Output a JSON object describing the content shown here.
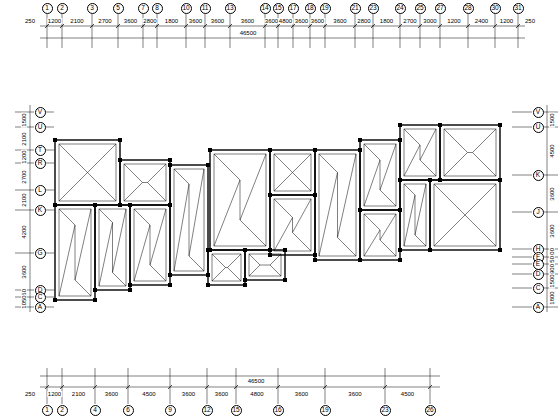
{
  "diagram": {
    "nodes": [
      {
        "text": [
          "1"
        ]
      },
      {
        "text": [
          "2"
        ]
      },
      {
        "text": [
          "3"
        ]
      },
      {
        "text": [
          "5"
        ]
      },
      {
        "text": [
          "7"
        ]
      },
      {
        "text": [
          "8"
        ]
      },
      {
        "text": [
          "10"
        ]
      },
      {
        "text": [
          "11"
        ]
      },
      {
        "text": [
          "13"
        ]
      },
      {
        "text": [
          "14"
        ]
      },
      {
        "text": [
          "15"
        ]
      },
      {
        "text": [
          "17"
        ]
      },
      {
        "text": [
          "18"
        ]
      },
      {
        "text": [
          "19"
        ]
      },
      {
        "text": [
          "21"
        ]
      },
      {
        "text": [
          "23"
        ]
      },
      {
        "text": [
          "24"
        ]
      },
      {
        "text": [
          "25"
        ]
      },
      {
        "text": [
          "27"
        ]
      },
      {
        "text": [
          "28"
        ]
      },
      {
        "text": [
          "30"
        ]
      },
      {
        "text": [
          "31"
        ]
      },
      {
        "text": [
          "V"
        ]
      },
      {
        "text": [
          "U"
        ]
      },
      {
        "text": [
          "T"
        ]
      },
      {
        "text": [
          "R"
        ]
      },
      {
        "text": [
          "L"
        ]
      },
      {
        "text": [
          "K"
        ]
      },
      {
        "text": [
          "G"
        ]
      },
      {
        "text": [
          "D"
        ]
      },
      {
        "text": [
          "C"
        ]
      },
      {
        "text": [
          "A"
        ]
      },
      {
        "text": [
          "V"
        ]
      },
      {
        "text": [
          "U"
        ]
      },
      {
        "text": [
          "K"
        ]
      },
      {
        "text": [
          "J"
        ]
      },
      {
        "text": [
          "H"
        ]
      },
      {
        "text": [
          "F"
        ]
      },
      {
        "text": [
          "E"
        ]
      },
      {
        "text": [
          "D"
        ]
      },
      {
        "text": [
          "C"
        ]
      },
      {
        "text": [
          "A"
        ]
      },
      {
        "text": [
          "1"
        ]
      },
      {
        "text": [
          "2"
        ]
      },
      {
        "text": [
          "4"
        ]
      },
      {
        "text": [
          "6"
        ]
      },
      {
        "text": [
          "9"
        ]
      },
      {
        "text": [
          "12"
        ]
      },
      {
        "text": [
          "15"
        ]
      },
      {
        "text": [
          "16"
        ]
      },
      {
        "text": [
          "19"
        ]
      },
      {
        "text": [
          "23"
        ]
      },
      {
        "text": [
          "26"
        ]
      }
    ],
    "labels": [
      "250",
      "46500",
      "250",
      "1200",
      "2100",
      "2700",
      "3600",
      "2800",
      "1800",
      "3600",
      "3600",
      "3600",
      "3600",
      "4800",
      "3600",
      "3600",
      "3600",
      "2800",
      "1800",
      "2700",
      "3000",
      "1200",
      "2400",
      "1200",
      "250",
      "46500",
      "1200",
      "2100",
      "3600",
      "4500",
      "3600",
      "3600",
      "4800",
      "3600",
      "3600",
      "4500",
      "1500",
      "2100",
      "1200",
      "2700",
      "2100",
      "4200",
      "3600",
      "750",
      "1050",
      "1500",
      "4500",
      "3600",
      "3600",
      "900",
      "750",
      "900",
      "1500",
      "1800"
    ]
  }
}
